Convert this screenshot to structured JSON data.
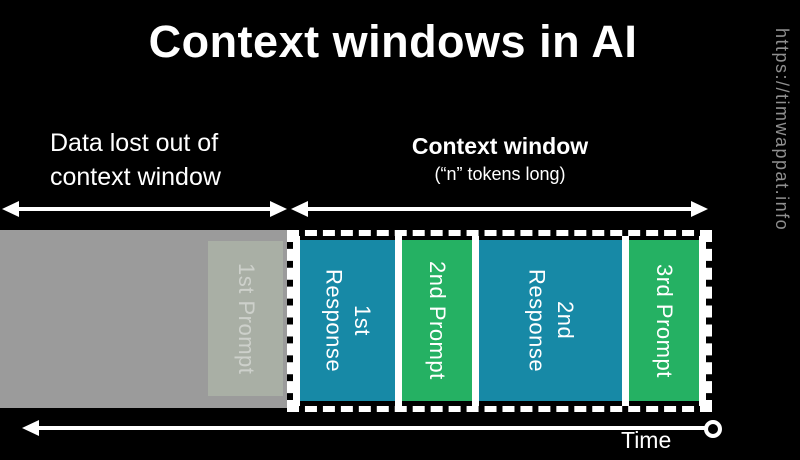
{
  "page": {
    "title": "Context windows in AI",
    "watermark_url": "https://timwappat.info"
  },
  "labels": {
    "data_lost": "Data lost out of\ncontext window",
    "context_window_title": "Context window",
    "context_window_subtitle": "(“n” tokens long)",
    "time_axis": "Time"
  },
  "colors": {
    "teal": "#1789a6",
    "green": "#25b163",
    "gray": "#9b9b9b",
    "faded": "#a9afa5"
  },
  "diagram": {
    "lost_region": {
      "blocks": [
        {
          "label": "1st Prompt",
          "type": "prompt-faded"
        }
      ]
    },
    "context_region": {
      "blocks": [
        {
          "label": "1st\nResponse",
          "type": "response"
        },
        {
          "label": "2nd Prompt",
          "type": "prompt"
        },
        {
          "label": "2nd\nResponse",
          "type": "response"
        },
        {
          "label": "3rd Prompt",
          "type": "prompt"
        }
      ]
    }
  }
}
